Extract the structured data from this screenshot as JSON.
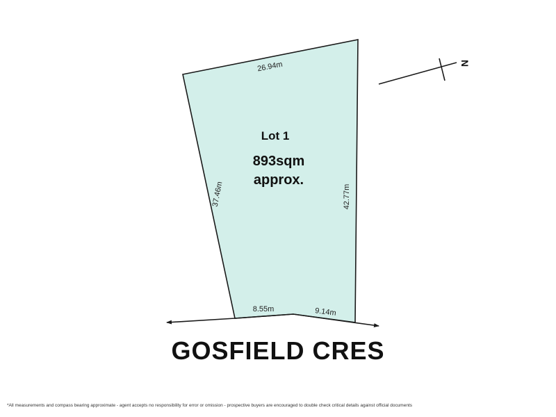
{
  "lot": {
    "name": "Lot 1",
    "area_value": "893sqm",
    "area_qualifier": "approx.",
    "fill_color": "#d3efea",
    "outline_color": "#1a1a1a"
  },
  "dimensions": {
    "top": "26.94m",
    "left": "37.46m",
    "right": "42.77m",
    "bottom_left": "8.55m",
    "bottom_right": "9.14m"
  },
  "compass": {
    "label": "N"
  },
  "street": {
    "name": "GOSFIELD CRES"
  },
  "footer": {
    "disclaimer": "*All measurements and compass bearing approximate - agent accepts no responsibility for error or omission - prospective buyers are encouraged to double check critical details against official documents"
  }
}
